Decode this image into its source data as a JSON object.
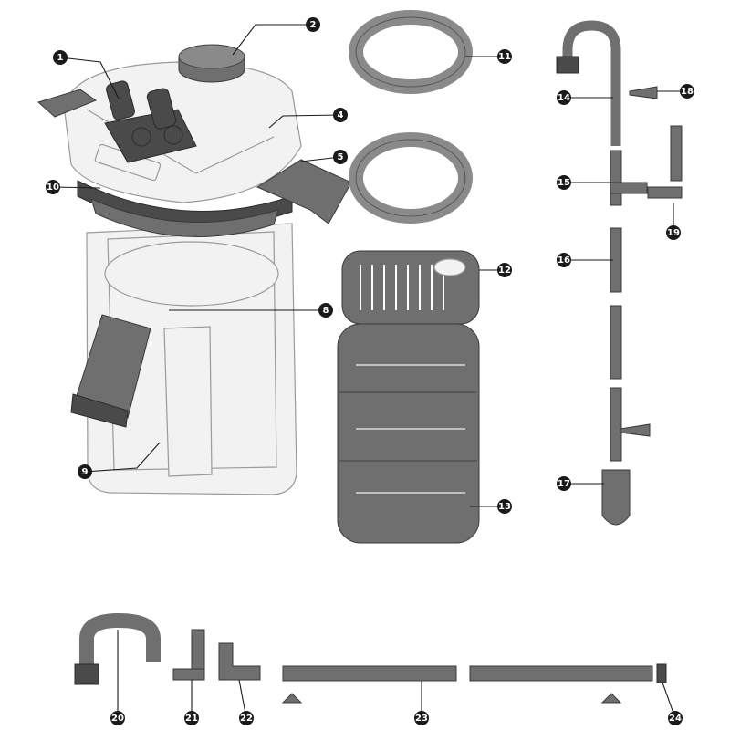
{
  "diagram": {
    "background": "#ffffff",
    "part_color": "#6f6f6f",
    "callout_color": "#1a1a1a",
    "callouts": [
      {
        "id": "c1",
        "label": "1"
      },
      {
        "id": "c2",
        "label": "2"
      },
      {
        "id": "c4",
        "label": "4"
      },
      {
        "id": "c5",
        "label": "5"
      },
      {
        "id": "c8",
        "label": "8"
      },
      {
        "id": "c9",
        "label": "9"
      },
      {
        "id": "c10",
        "label": "10"
      },
      {
        "id": "c11",
        "label": "11"
      },
      {
        "id": "c12",
        "label": "12"
      },
      {
        "id": "c13",
        "label": "13"
      },
      {
        "id": "c14",
        "label": "14"
      },
      {
        "id": "c15",
        "label": "15"
      },
      {
        "id": "c16",
        "label": "16"
      },
      {
        "id": "c17",
        "label": "17"
      },
      {
        "id": "c18",
        "label": "18"
      },
      {
        "id": "c19",
        "label": "19"
      },
      {
        "id": "c20",
        "label": "20"
      },
      {
        "id": "c21",
        "label": "21"
      },
      {
        "id": "c22",
        "label": "22"
      },
      {
        "id": "c23",
        "label": "23"
      },
      {
        "id": "c24",
        "label": "24"
      }
    ]
  }
}
